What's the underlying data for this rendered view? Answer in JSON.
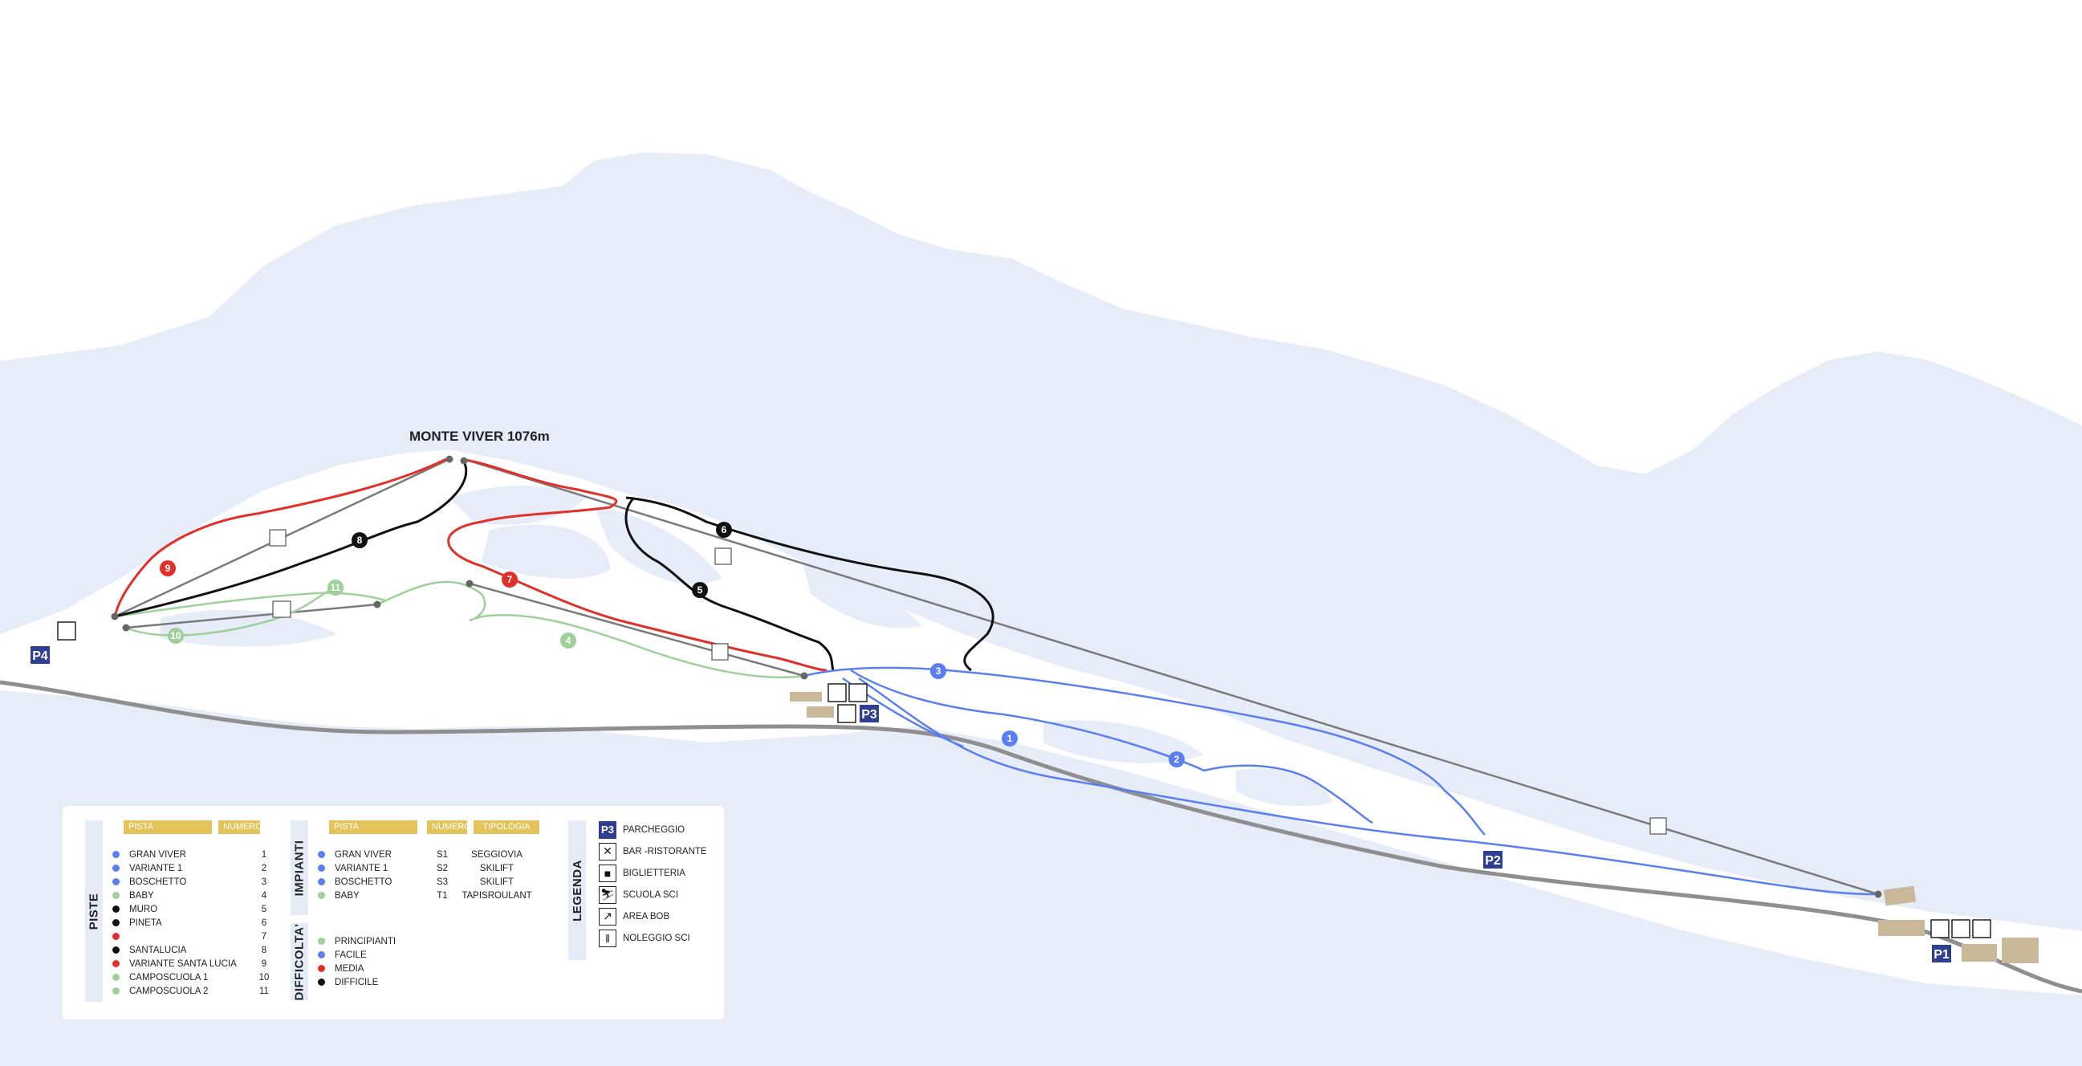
{
  "map": {
    "peak_label": "MONTE VIVER 1076m",
    "parking": [
      "P1",
      "P2",
      "P3",
      "P4"
    ]
  },
  "slopes": {
    "heading": "PISTE",
    "col_pista": "PISTA",
    "col_numero": "NUMERO",
    "items": [
      {
        "name": "GRAN VIVER",
        "number": "1",
        "color": "#5b7ef0"
      },
      {
        "name": "VARIANTE 1",
        "number": "2",
        "color": "#5b7ef0"
      },
      {
        "name": "BOSCHETTO",
        "number": "3",
        "color": "#5b7ef0"
      },
      {
        "name": "BABY",
        "number": "4",
        "color": "#9fd09a"
      },
      {
        "name": "MURO",
        "number": "5",
        "color": "#111111"
      },
      {
        "name": "PINETA",
        "number": "6",
        "color": "#111111"
      },
      {
        "name": "",
        "number": "7",
        "color": "#e0302a"
      },
      {
        "name": "SANTALUCIA",
        "number": "8",
        "color": "#111111"
      },
      {
        "name": "VARIANTE SANTA LUCIA",
        "number": "9",
        "color": "#e0302a"
      },
      {
        "name": "CAMPOSCUOLA 1",
        "number": "10",
        "color": "#9fd09a"
      },
      {
        "name": "CAMPOSCUOLA 2",
        "number": "11",
        "color": "#9fd09a"
      }
    ]
  },
  "lifts": {
    "heading": "IMPIANTI",
    "col_pista": "PISTA",
    "col_numero": "NUMERO",
    "col_tipologia": "TIPOLOGIA",
    "items": [
      {
        "name": "GRAN VIVER",
        "number": "S1",
        "type": "SEGGIOVIA",
        "color": "#5b7ef0"
      },
      {
        "name": "VARIANTE 1",
        "number": "S2",
        "type": "SKILIFT",
        "color": "#5b7ef0"
      },
      {
        "name": "BOSCHETTO",
        "number": "S3",
        "type": "SKILIFT",
        "color": "#5b7ef0"
      },
      {
        "name": "BABY",
        "number": "T1",
        "type": "TAPISROULANT",
        "color": "#9fd09a"
      }
    ]
  },
  "difficulty": {
    "heading": "DIFFICOLTA'",
    "items": [
      {
        "label": "PRINCIPIANTI",
        "color": "#9fd09a"
      },
      {
        "label": "FACILE",
        "color": "#5b7ef0"
      },
      {
        "label": "MEDIA",
        "color": "#e0302a"
      },
      {
        "label": "DIFFICILE",
        "color": "#111111"
      }
    ]
  },
  "legend": {
    "heading": "LEGENDA",
    "parking_symbol": "P3",
    "items": [
      {
        "label": "PARCHEGGIO",
        "icon": "parking-icon"
      },
      {
        "label": "BAR -RISTORANTE",
        "icon": "bar-restaurant-icon"
      },
      {
        "label": "BIGLIETTERIA",
        "icon": "ticket-icon"
      },
      {
        "label": "SCUOLA SCI",
        "icon": "ski-school-icon"
      },
      {
        "label": "AREA BOB",
        "icon": "bob-area-icon"
      },
      {
        "label": "NOLEGGIO SCI",
        "icon": "ski-rental-icon"
      }
    ]
  },
  "colors": {
    "easy": "#5b7ef0",
    "medium": "#e0302a",
    "hard": "#111111",
    "beginner": "#9fd09a",
    "lift": "#7a7a7a",
    "parking": "#2e3f8f",
    "building": "#c9b99a"
  }
}
